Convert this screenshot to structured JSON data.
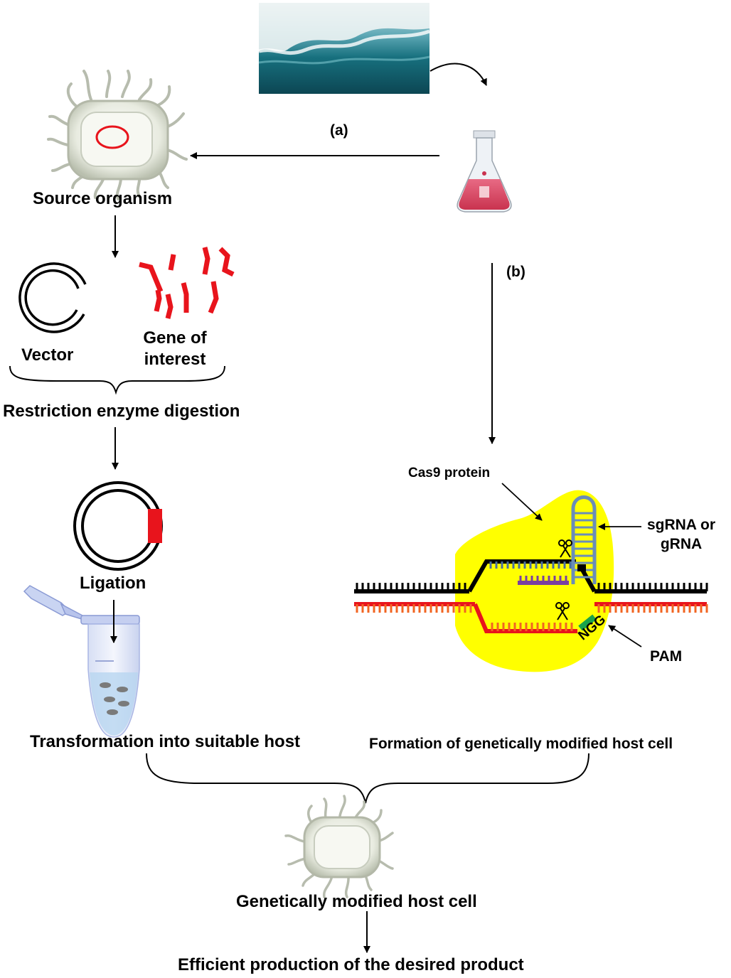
{
  "labels": {
    "a": "(a)",
    "b": "(b)",
    "source_organism": "Source organism",
    "vector": "Vector",
    "gene_of_interest_line1": "Gene of",
    "gene_of_interest_line2": "interest",
    "restriction": "Restriction enzyme digestion",
    "ligation": "Ligation",
    "transformation": "Transformation into suitable host",
    "cas9": "Cas9 protein",
    "sgrna_line1": "sgRNA or",
    "sgrna_line2": "gRNA",
    "pam": "PAM",
    "ngg": "NGG",
    "formation": "Formation of genetically modified host cell",
    "gm_host": "Genetically modified host cell",
    "product": "Efficient production of the desired product"
  },
  "colors": {
    "gene_red": "#e8141c",
    "cas9_yellow": "#ffff00",
    "dna_black": "#000000",
    "dna_orange": "#f26522",
    "sgrna_blue": "#6a8db8",
    "purple_rna": "#7a3fa0",
    "pam_green": "#1aa34a",
    "sea_dark": "#0f4a5a",
    "flask_red": "#e0506a"
  },
  "icons": {
    "sea": "ocean-water-image",
    "flask": "erlenmeyer-flask-icon",
    "bacterium": "bacterium-icon",
    "tube": "microcentrifuge-tube-icon",
    "scissors": "scissors-icon"
  }
}
